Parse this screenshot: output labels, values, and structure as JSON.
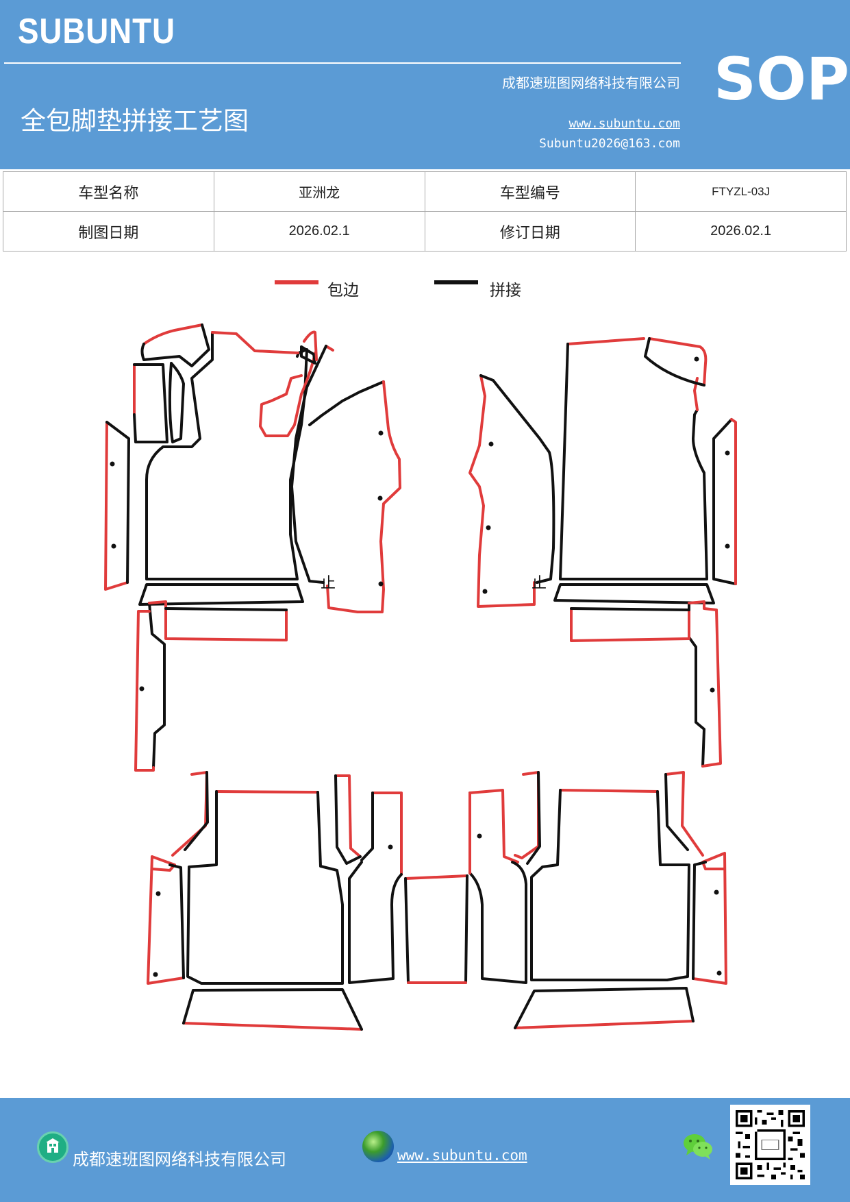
{
  "header": {
    "brand": "SUBUNTU",
    "company": "成都速班图网络科技有限公司",
    "title": "全包脚垫拼接工艺图",
    "website": "www.subuntu.com",
    "email": "Subuntu2026@163.com",
    "badge": "SOP"
  },
  "info_table": {
    "rows": [
      {
        "label1": "车型名称",
        "value1": "亚洲龙",
        "label2": "车型编号",
        "value2": "FTYZL-03J"
      },
      {
        "label1": "制图日期",
        "value1": "2026.02.1",
        "label2": "修订日期",
        "value2": "2026.02.1"
      }
    ]
  },
  "legend": {
    "edge_label": "包边",
    "edge_color": "#e03b3b",
    "join_label": "拼接",
    "join_color": "#111111"
  },
  "drawing": {
    "stop_mark": "止"
  },
  "footer": {
    "company": "成都速班图网络科技有限公司",
    "website": "www.subuntu.com",
    "company_icon": "building-icon",
    "website_icon": "globe-icon",
    "wechat_icon": "wechat-icon"
  }
}
